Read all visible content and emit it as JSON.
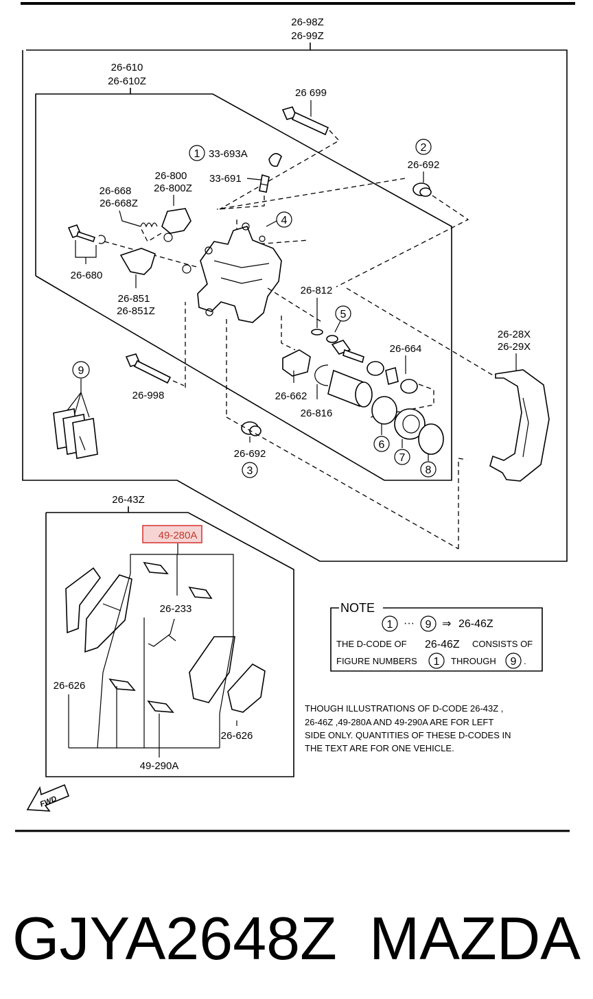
{
  "labels": {
    "top_assembly": [
      "26-98Z",
      "26-99Z"
    ],
    "caliper": [
      "26-610",
      "26-610Z"
    ],
    "bolt_top": "26 699",
    "cap": "33-693A",
    "bleeder": "33-691",
    "boot_top": "26-692",
    "spring_clip": [
      "26-800",
      "26-800Z"
    ],
    "spring": [
      "26-668",
      "26-668Z"
    ],
    "bolt_left": "26-680",
    "bracket_small": [
      "26-851",
      "26-851Z"
    ],
    "pin": "26-812",
    "seal_kit": "26-664",
    "mount": [
      "26-28X",
      "26-29X"
    ],
    "guide_bolt": "26-998",
    "boot_clip": "26-662",
    "snap_ring": "26-816",
    "boot_bottom": "26-692",
    "pad_set": "26-43Z",
    "highlight": "49-280A",
    "pad_spring": "26-233",
    "shim_left": "26-626",
    "shim_right": "26-626",
    "shim_bottom": "49-290A"
  },
  "circled_numbers": [
    "1",
    "2",
    "3",
    "4",
    "5",
    "6",
    "7",
    "8",
    "9"
  ],
  "note": {
    "title": "NOTE",
    "range_start": "1",
    "range_dots": "···",
    "range_end": "9",
    "arrow": "⇒",
    "result": "26-46Z",
    "line2_a": "THE D-CODE OF",
    "line2_code": "26-46Z",
    "line2_b": "CONSISTS OF",
    "line3_a": "FIGURE NUMBERS",
    "line3_n1": "1",
    "line3_b": "THROUGH",
    "line3_n2": "9",
    "line3_end": "."
  },
  "disclaimer": [
    "THOUGH ILLUSTRATIONS OF D-CODE 26-43Z ,",
    "26-46Z  ,49-280A AND 49-290A ARE FOR LEFT",
    "SIDE ONLY. QUANTITIES OF THESE D-CODES IN",
    "THE TEXT ARE FOR ONE VEHICLE."
  ],
  "fwd": "FWD",
  "part_number": "GJYA2648Z",
  "brand": "MAZDA"
}
